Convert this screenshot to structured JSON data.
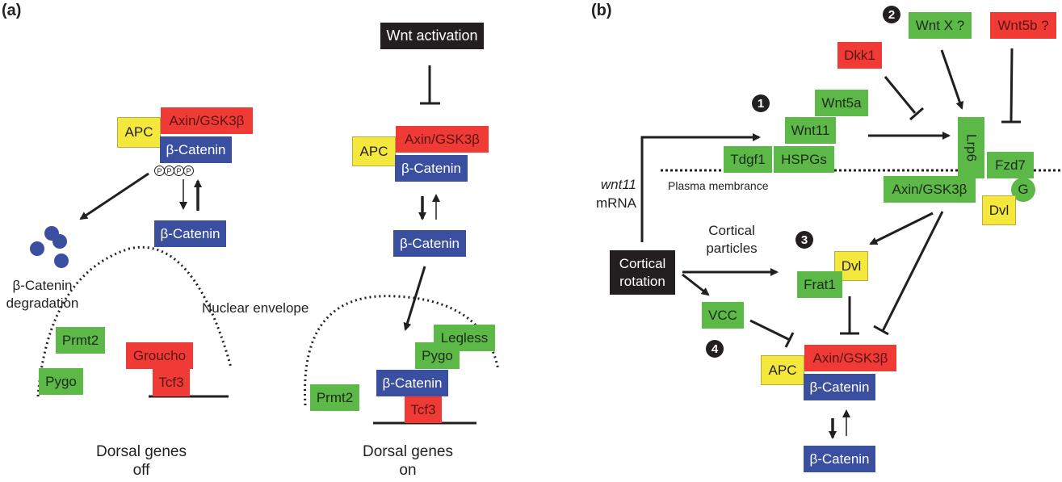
{
  "panel_a": {
    "label": "(a)",
    "left": {
      "complex": {
        "apc": "APC",
        "axin": "Axin/GSK3β",
        "bcat": "β-Catenin"
      },
      "phospho": [
        "P",
        "P",
        "P",
        "P"
      ],
      "bcat_free": "β-Catenin",
      "degradation": [
        "β-Catenin",
        "degradation"
      ],
      "nuclear_envelope": "Nuclear envelope",
      "prmt2": "Prmt2",
      "pygo": "Pygo",
      "groucho": "Groucho",
      "tcf3": "Tcf3",
      "caption": [
        "Dorsal genes",
        "off"
      ]
    },
    "right": {
      "wnt_activation": "Wnt activation",
      "complex": {
        "apc": "APC",
        "axin": "Axin/GSK3β",
        "bcat": "β-Catenin"
      },
      "bcat_free": "β-Catenin",
      "legless": "Legless",
      "pygo": "Pygo",
      "bcat_nuclear": "β-Catenin",
      "tcf3": "Tcf3",
      "prmt2": "Prmt2",
      "caption": [
        "Dorsal genes",
        "on"
      ]
    }
  },
  "panel_b": {
    "label": "(b)",
    "steps": [
      "1",
      "2",
      "3",
      "4"
    ],
    "wnt_x": "Wnt X ?",
    "wnt5b": "Wnt5b ?",
    "dkk1": "Dkk1",
    "wnt5a": "Wnt5a",
    "wnt11": "Wnt11",
    "tdgf1": "Tdgf1",
    "hspgs": "HSPGs",
    "lrp6": "Lrp6",
    "fzd7": "Fzd7",
    "g": "G",
    "axin_membrane": "Axin/GSK3β",
    "dvl_membrane": "Dvl",
    "plasma_membrane": "Plasma membrance",
    "wnt11_mrna": [
      "wnt11",
      "mRNA"
    ],
    "cortical_particles": [
      "Cortical",
      "particles"
    ],
    "cortical_rotation": [
      "Cortical",
      "rotation"
    ],
    "dvl": "Dvl",
    "frat1": "Frat1",
    "vcc": "VCC",
    "complex": {
      "apc": "APC",
      "axin": "Axin/GSK3β",
      "bcat": "β-Catenin"
    },
    "bcat_free": "β-Catenin"
  }
}
